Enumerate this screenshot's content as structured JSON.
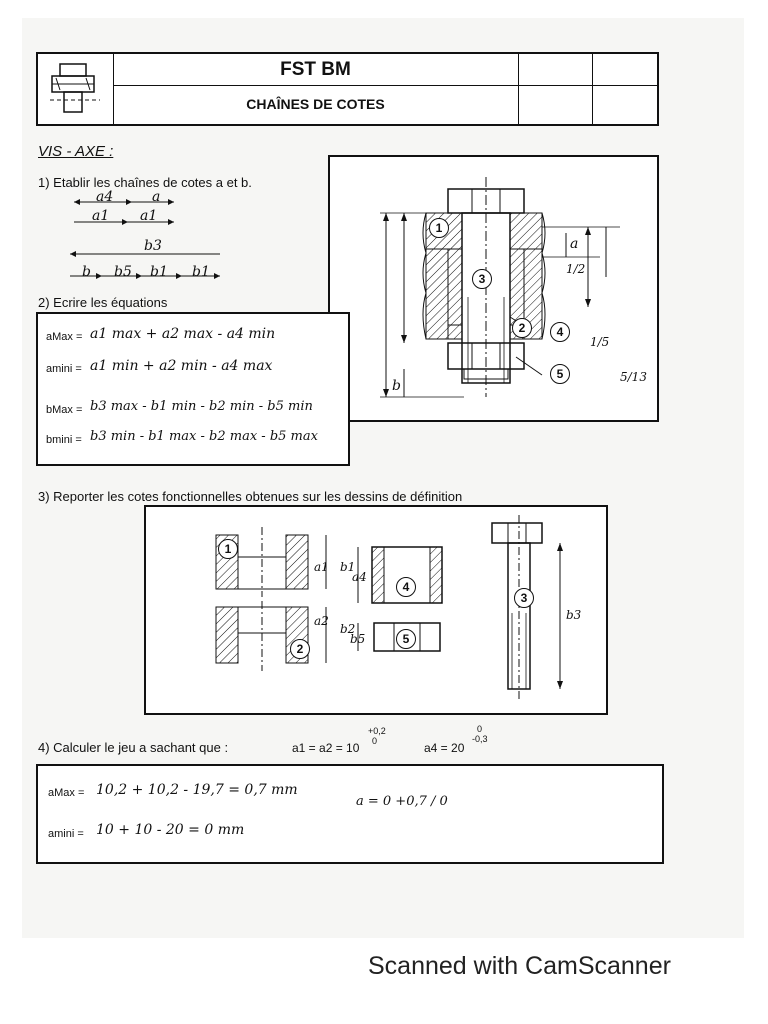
{
  "header": {
    "school": "FST BM",
    "subject": "CHAÎNES DE COTES"
  },
  "section_title": "VIS - AXE :",
  "questions": {
    "q1": "1) Etablir les chaînes de cotes a et b.",
    "q2": "2) Ecrire les équations",
    "q3": "3) Reporter les cotes fonctionnelles obtenues sur les dessins de définition",
    "q4": "4) Calculer le jeu a sachant que :"
  },
  "chain_a": {
    "top": [
      "a4",
      "a"
    ],
    "bottom": [
      "a1",
      "a1"
    ]
  },
  "chain_b": {
    "top": "b3",
    "bottom": [
      "b",
      "b5",
      "b1",
      "b1"
    ]
  },
  "equations": {
    "amax_label": "aMax =",
    "amax_expr": "a1 max + a2 max - a4 min",
    "amin_label": "amini =",
    "amin_expr": "a1 min + a2 min - a4 max",
    "bmax_label": "bMax =",
    "bmax_expr": "b3 max - b1 min - b2 min - b5 min",
    "bmin_label": "bmini =",
    "bmin_expr": "b3 min - b1 max - b2 max - b5 max"
  },
  "given": {
    "a1a2": "a1 = a2 = 10",
    "a1a2_upper": "+0,2",
    "a1a2_lower": "0",
    "a4": "a4 = 20",
    "a4_upper": "0",
    "a4_lower": "-0,3"
  },
  "results": {
    "amax_label": "aMax =",
    "amax_calc": "10,2 + 10,2 - 19,7 = 0,7 mm",
    "amin_label": "amini =",
    "amin_calc": "10 + 10 - 20 = 0 mm",
    "jeu": "a = 0 +0,7 / 0"
  },
  "parts": [
    "1",
    "2",
    "3",
    "4",
    "5"
  ],
  "dim_labels": {
    "a": "a",
    "a1": "a1",
    "a2": "a2",
    "b": "b",
    "b1": "b1",
    "b2": "b2",
    "b3": "b3",
    "b5": "b5",
    "a4": "a4",
    "s13": "5/13",
    "s12": "1/2",
    "s15": "1/5"
  },
  "footer": "Scanned with CamScanner"
}
